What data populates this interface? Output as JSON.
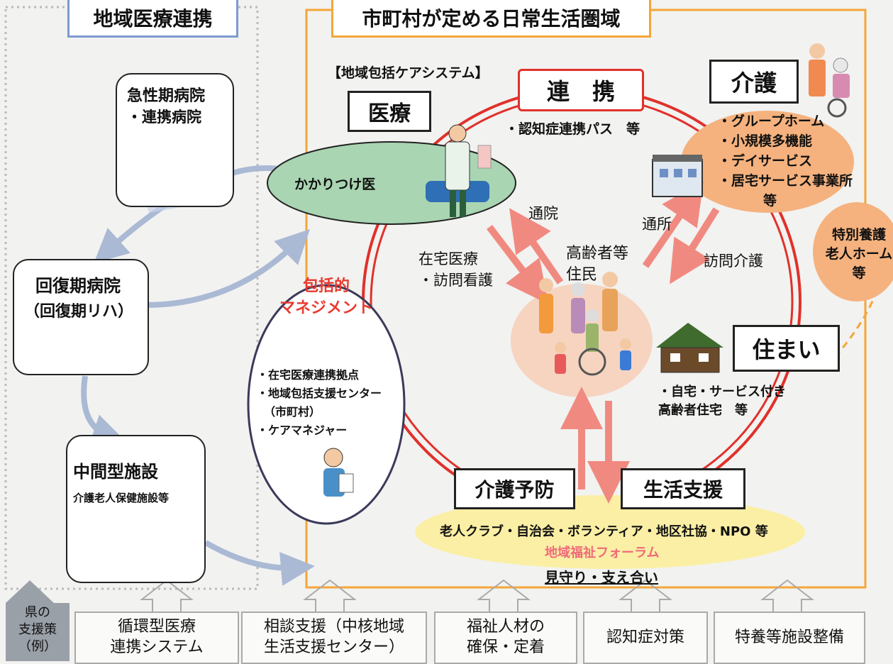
{
  "regional_title": "地域医療連携",
  "area_title": "市町村が定める日常生活圏域",
  "system_label": "【地域包括ケアシステム】",
  "hospitals": {
    "acute": {
      "title": "急性期病院",
      "sub": "・連携病院"
    },
    "recovery": {
      "title": "回復期病院",
      "sub": "（回復期リハ）"
    },
    "intermediate": {
      "title": "中間型施設",
      "sub": "介護老人保健施設等"
    }
  },
  "medical": {
    "label": "医療",
    "doctor": "かかりつけ医"
  },
  "coordination": {
    "label": "連　携",
    "sub": "・認知症連携パス　等"
  },
  "care": {
    "label": "介護",
    "items": [
      "・グループホーム",
      "・小規模多機能",
      "・デイサービス",
      "・居宅サービス事業所",
      "等"
    ]
  },
  "special_home": [
    "特別養護",
    "老人ホーム",
    "等"
  ],
  "flows": {
    "outpatient": "通院",
    "day_service": "通所",
    "home_medical": [
      "在宅医療",
      "・訪問看護"
    ],
    "home_care": "訪問介護"
  },
  "residents": [
    "高齢者等",
    "住民"
  ],
  "management": {
    "title": [
      "包括的",
      "マネジメント"
    ],
    "items": [
      "・在宅医療連携拠点",
      "・地域包括支援センター",
      "（市町村）",
      "・ケアマネジャー"
    ]
  },
  "housing": {
    "label": "住まい",
    "items": [
      "・自宅・サービス付き",
      "高齢者住宅　等"
    ]
  },
  "prevention": {
    "label": "介護予防"
  },
  "life_support": {
    "label": "生活支援"
  },
  "community": {
    "groups": "老人クラブ・自治会・ボランティア・地区社協・NPO 等",
    "forum": "地域福祉フォーラム",
    "watch": "見守り・支え合い"
  },
  "support": {
    "label": [
      "県の",
      "支援策",
      "（例）"
    ],
    "items": [
      [
        "循環型医療",
        "連携システム"
      ],
      [
        "相談支援（中核地域",
        "生活支援センター）"
      ],
      [
        "福祉人材の",
        "確保・定着"
      ],
      [
        "認知症対策"
      ],
      [
        "特養等施設整備"
      ]
    ]
  },
  "colors": {
    "frame_orange": "#f4a63a",
    "ring_red": "#e0312b",
    "arrow_pink": "#f08a80",
    "green_ellipse": "#a9d5b2",
    "orange_ellipse": "#f5b27e",
    "yellow_ellipse": "#fbefa5",
    "management_red": "#e83b30",
    "forum_pink": "#f06a7a",
    "blue_gray": "#aab9d4"
  }
}
